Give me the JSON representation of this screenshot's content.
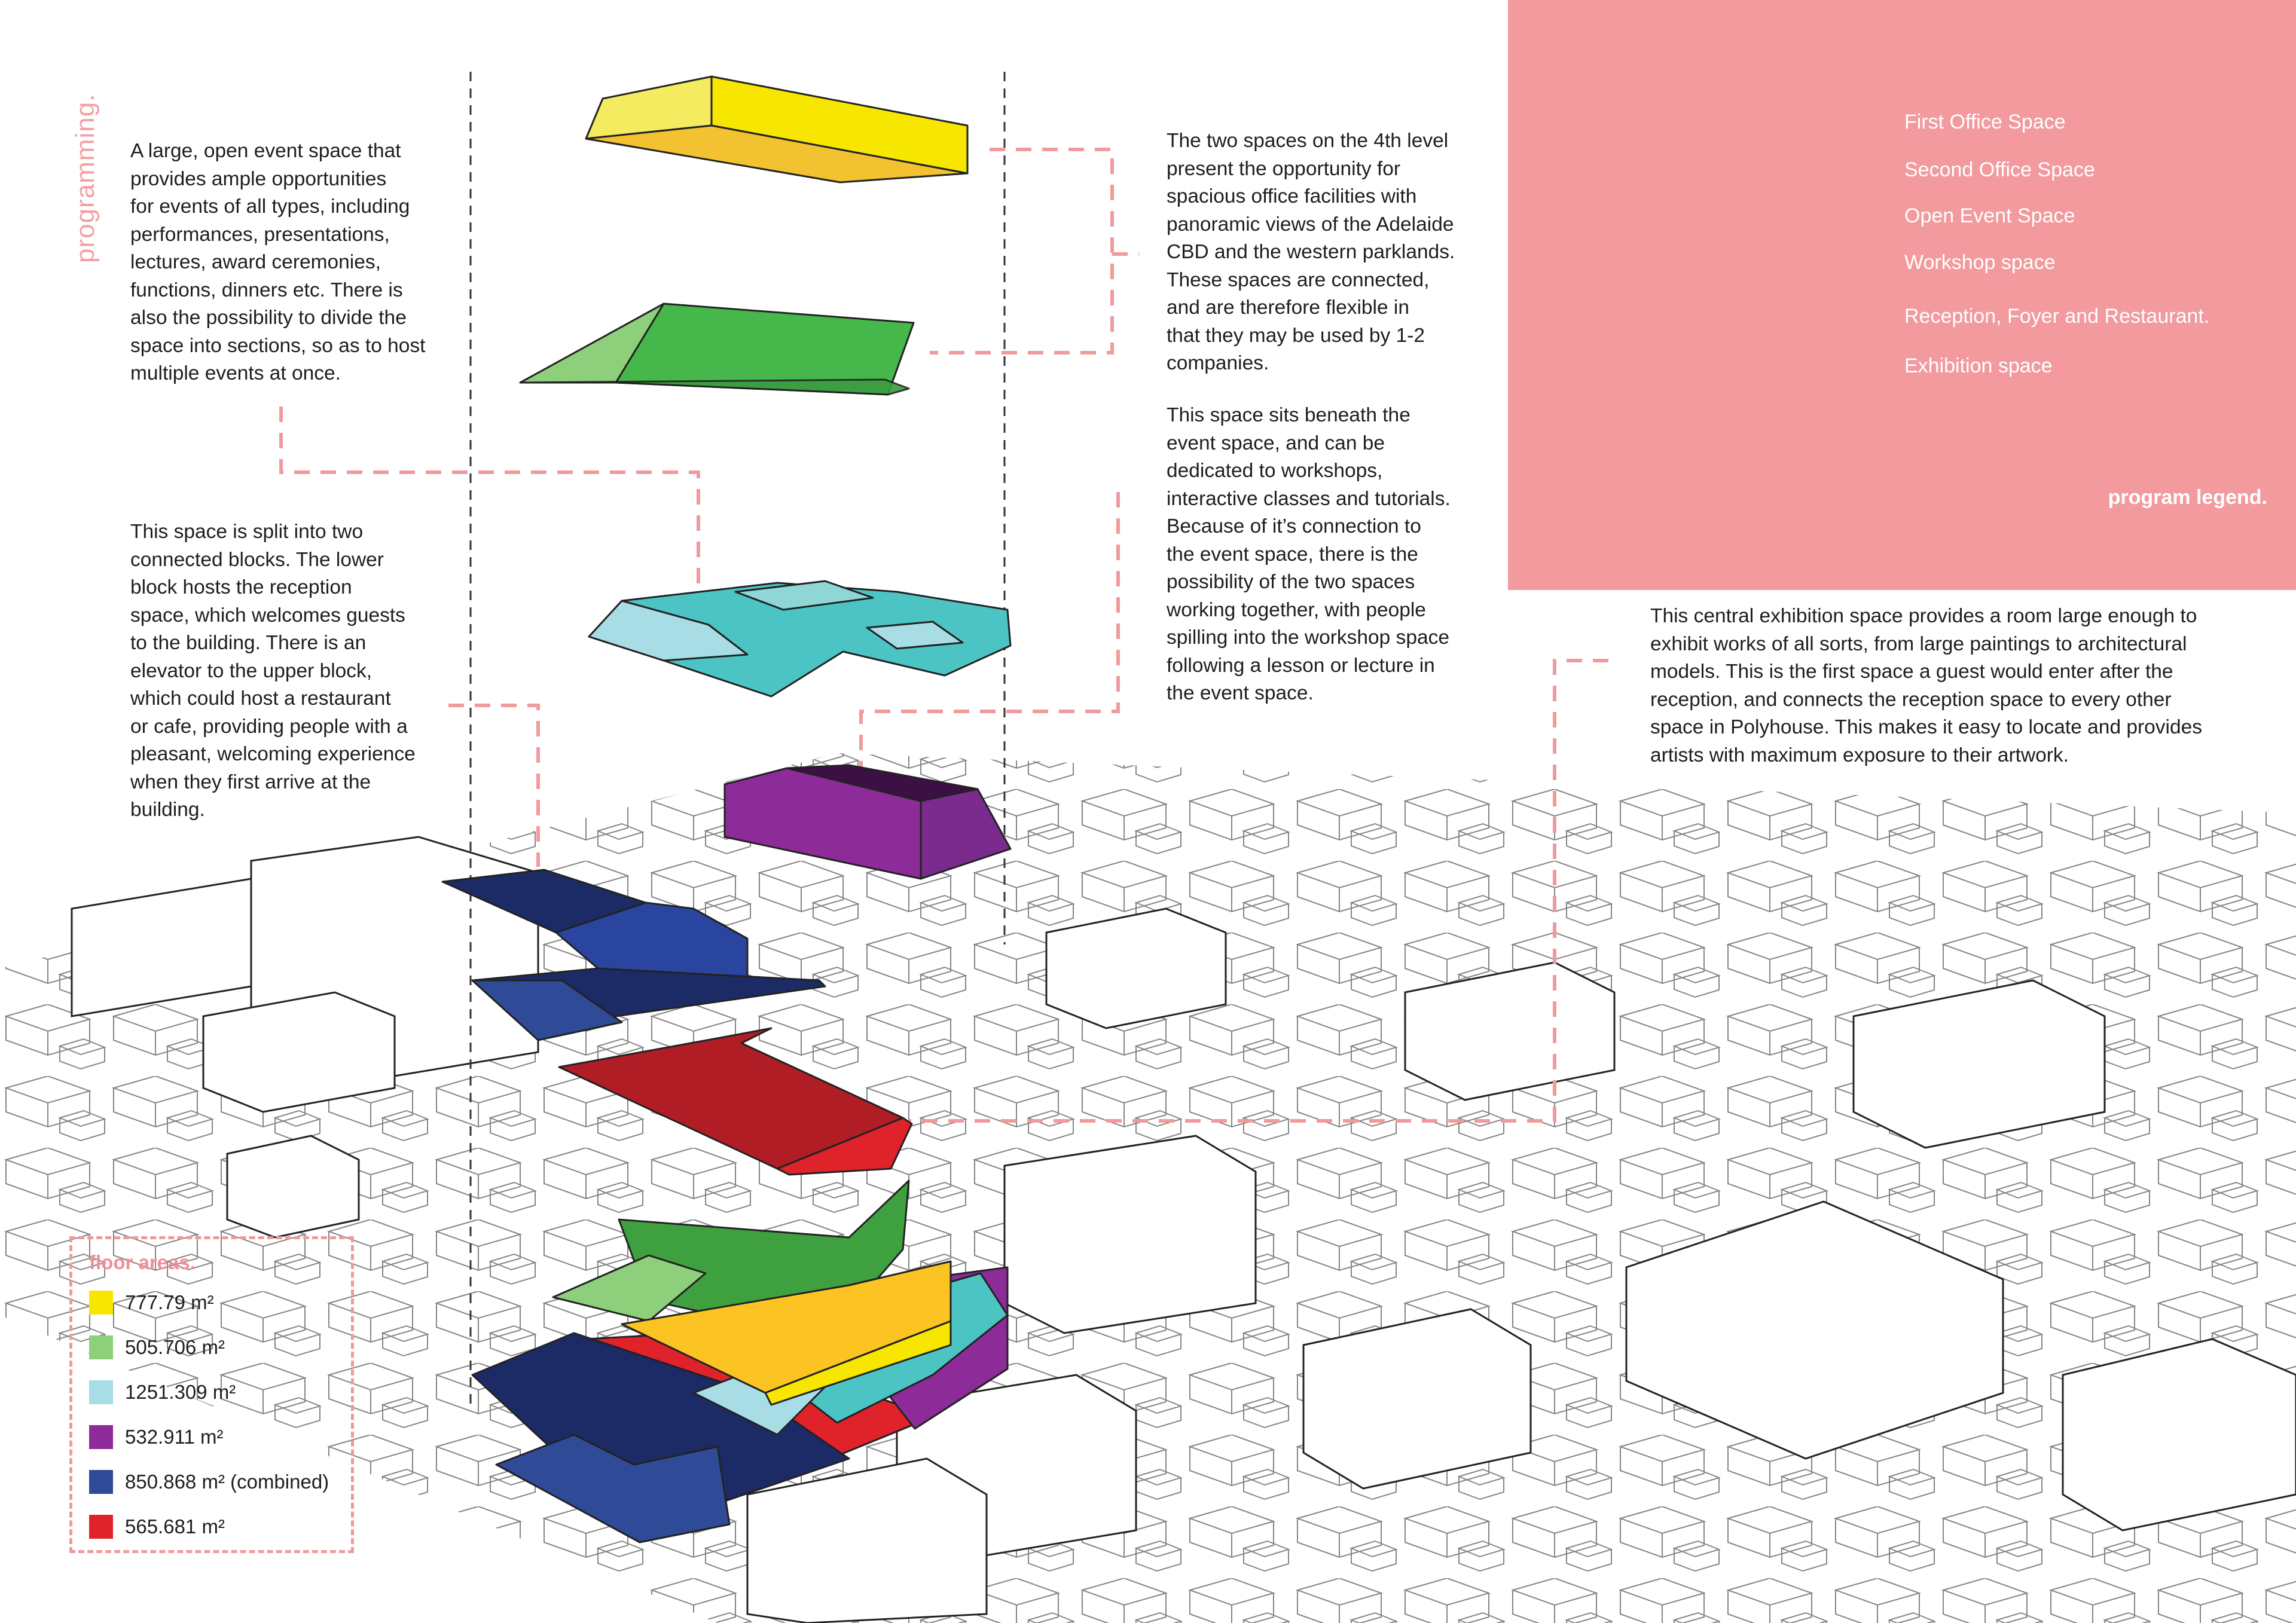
{
  "side_title": "programming.",
  "notes": {
    "event": [
      "A large, open event space that",
      "provides ample opportunities",
      "for events of all types, including",
      "performances, presentations,",
      "lectures, award ceremonies,",
      "functions, dinners etc. There is",
      "also the possibility to divide the",
      "space into sections, so as to host",
      "multiple events at once."
    ],
    "office": [
      "The two spaces on the 4th level",
      "present the opportunity for",
      "spacious office facilities with",
      "panoramic views of the Adelaide",
      "CBD and the western parklands.",
      "These spaces are connected,",
      "and are therefore flexible in",
      "that they may be used by 1-2",
      "companies."
    ],
    "workshop": [
      "This space sits beneath the",
      "event space, and can be",
      "dedicated to workshops,",
      "interactive classes and tutorials.",
      "Because of it’s connection to",
      "the event space, there is the",
      "possibility of the two spaces",
      "working together, with people",
      "spilling into the workshop space",
      "following a lesson or lecture in",
      "the event space."
    ],
    "reception": [
      "This space is split into two",
      "connected blocks. The lower",
      "block hosts the reception",
      "space, which welcomes guests",
      "to the building. There is an",
      "elevator to the upper block,",
      "which could host a restaurant",
      "or cafe, providing people with a",
      "pleasant, welcoming experience",
      "when they first arrive at the",
      "building."
    ],
    "exhibition": [
      "This central exhibition space provides a room large enough to",
      "exhibit works of all sorts, from large paintings to architectural",
      "models. This is the first space a guest would enter after the",
      "reception, and connects the reception space to every other",
      "space in Polyhouse. This makes it easy to locate and provides",
      "artists with maximum exposure to their artwork."
    ]
  },
  "legend": {
    "title": "program legend.",
    "items": [
      {
        "label": "First Office Space",
        "color": "#f7e600"
      },
      {
        "label": "Second Office Space",
        "color": "#3fb54a"
      },
      {
        "label": "Open Event Space",
        "color": "#4cc4c4"
      },
      {
        "label": "Workshop space",
        "color": "#7b2a8e"
      },
      {
        "label": "Reception, Foyer and Restaurant.",
        "color": "#24397f"
      },
      {
        "label": "Exhibition space",
        "color": "#d8222a"
      }
    ]
  },
  "floor_areas": {
    "title": "floor areas.",
    "rows": [
      {
        "value": "777.79 m²",
        "color": "#f7e600"
      },
      {
        "value": "505.706 m²",
        "color": "#8dcf7a"
      },
      {
        "value": "1251.309 m²",
        "color": "#a8dde6"
      },
      {
        "value": "532.911 m²",
        "color": "#8d2b98"
      },
      {
        "value": "850.868 m² (combined)",
        "color": "#2f4b97"
      },
      {
        "value": "565.681 m²",
        "color": "#e0222b"
      }
    ]
  }
}
